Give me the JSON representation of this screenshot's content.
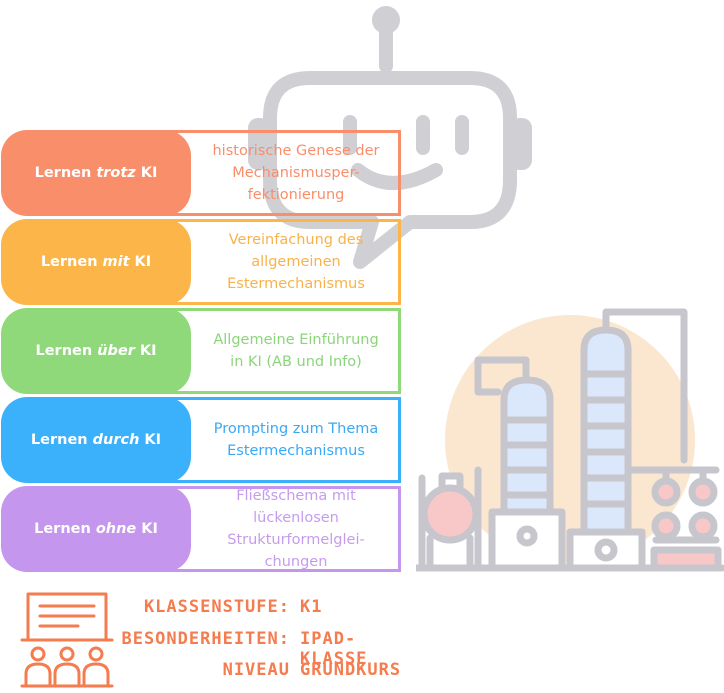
{
  "rows": [
    {
      "label_pre": "Lernen",
      "label_em": "trotz",
      "label_post": "KI",
      "text_lines": [
        "historische Genese der",
        "Mechanismusper-",
        "fektionierung"
      ],
      "color": "#f98e6a",
      "text_color": "#f98e6a"
    },
    {
      "label_pre": "Lernen",
      "label_em": "mit",
      "label_post": "KI",
      "text_lines": [
        "Vereinfachung des",
        "allgemeinen",
        "Estermechanismus"
      ],
      "color": "#fbb548",
      "text_color": "#f9b24b"
    },
    {
      "label_pre": "Lernen",
      "label_em": "über",
      "label_post": "KI",
      "text_lines": [
        "Allgemeine Einführung",
        "in KI (AB und Info)"
      ],
      "color": "#8fd97a",
      "text_color": "#8bd57a"
    },
    {
      "label_pre": "Lernen",
      "label_em": "durch",
      "label_post": "KI",
      "text_lines": [
        "Prompting zum Thema",
        "Estermechanismus"
      ],
      "color": "#3cb1fb",
      "text_color": "#3aa9f5"
    },
    {
      "label_pre": "Lernen",
      "label_em": "ohne",
      "label_post": "KI",
      "text_lines": [
        "Fließschema mit",
        "lückenlosen",
        "Strukturformelglei-",
        "chungen"
      ],
      "color": "#c496ee",
      "text_color": "#c59ced"
    }
  ],
  "info": {
    "klassenstufe_key": "KLASSENSTUFE:",
    "klassenstufe_val": "K1",
    "besonderheiten_key": "BESONDERHEITEN:",
    "besonderheiten_val": "IPAD-KLASSE",
    "niveau_key": "NIVEAU",
    "niveau_val": "GRUNDKURS"
  },
  "icons": {
    "bubble": "chat-bubble-robot-icon",
    "plant": "chemical-plant-icon",
    "classroom": "classroom-icon"
  },
  "colors": {
    "accent_orange": "#f47c4e",
    "outline_gray": "#cfcfd4",
    "peach": "#fbe7cf"
  }
}
